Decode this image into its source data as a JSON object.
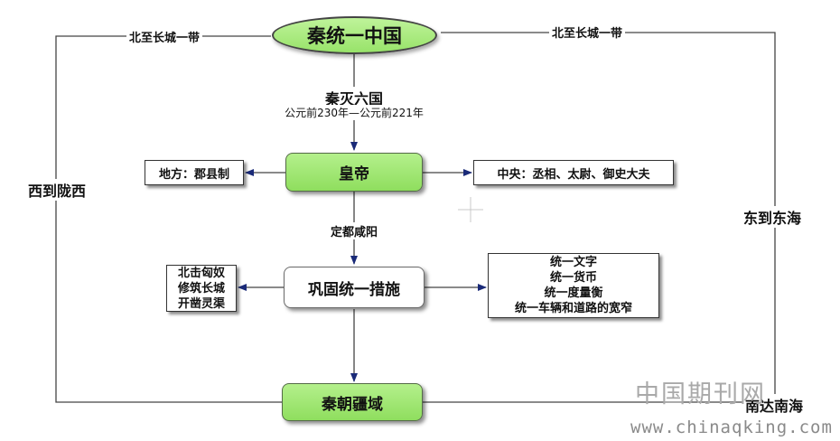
{
  "nodes": {
    "root": "秦统一中国",
    "emperor": "皇帝",
    "consolidate": "巩固统一措施",
    "territory": "秦朝疆域",
    "local": "地方：郡县制",
    "central": "中央：丞相、太尉、御史大夫",
    "military": [
      "北击匈奴",
      "修筑长城",
      "开凿灵渠"
    ],
    "unify": [
      "统一文字",
      "统一货币",
      "统一度量衡",
      "统一车辆和道路的宽窄"
    ]
  },
  "labels": {
    "north_left": "北至长城一带",
    "north_right": "北至长城一带",
    "west": "西到陇西",
    "east": "东到东海",
    "south": "南达南海",
    "conquest": "秦灭六国",
    "conquest_dates": "公元前230年—公元前221年",
    "capital": "定都咸阳"
  },
  "watermark": {
    "cn": "中国期刊网",
    "url": "www.chinaqking.com"
  },
  "colors": {
    "node_green": "#98e36a",
    "arrow": "#1a2a78",
    "line": "#444444"
  }
}
